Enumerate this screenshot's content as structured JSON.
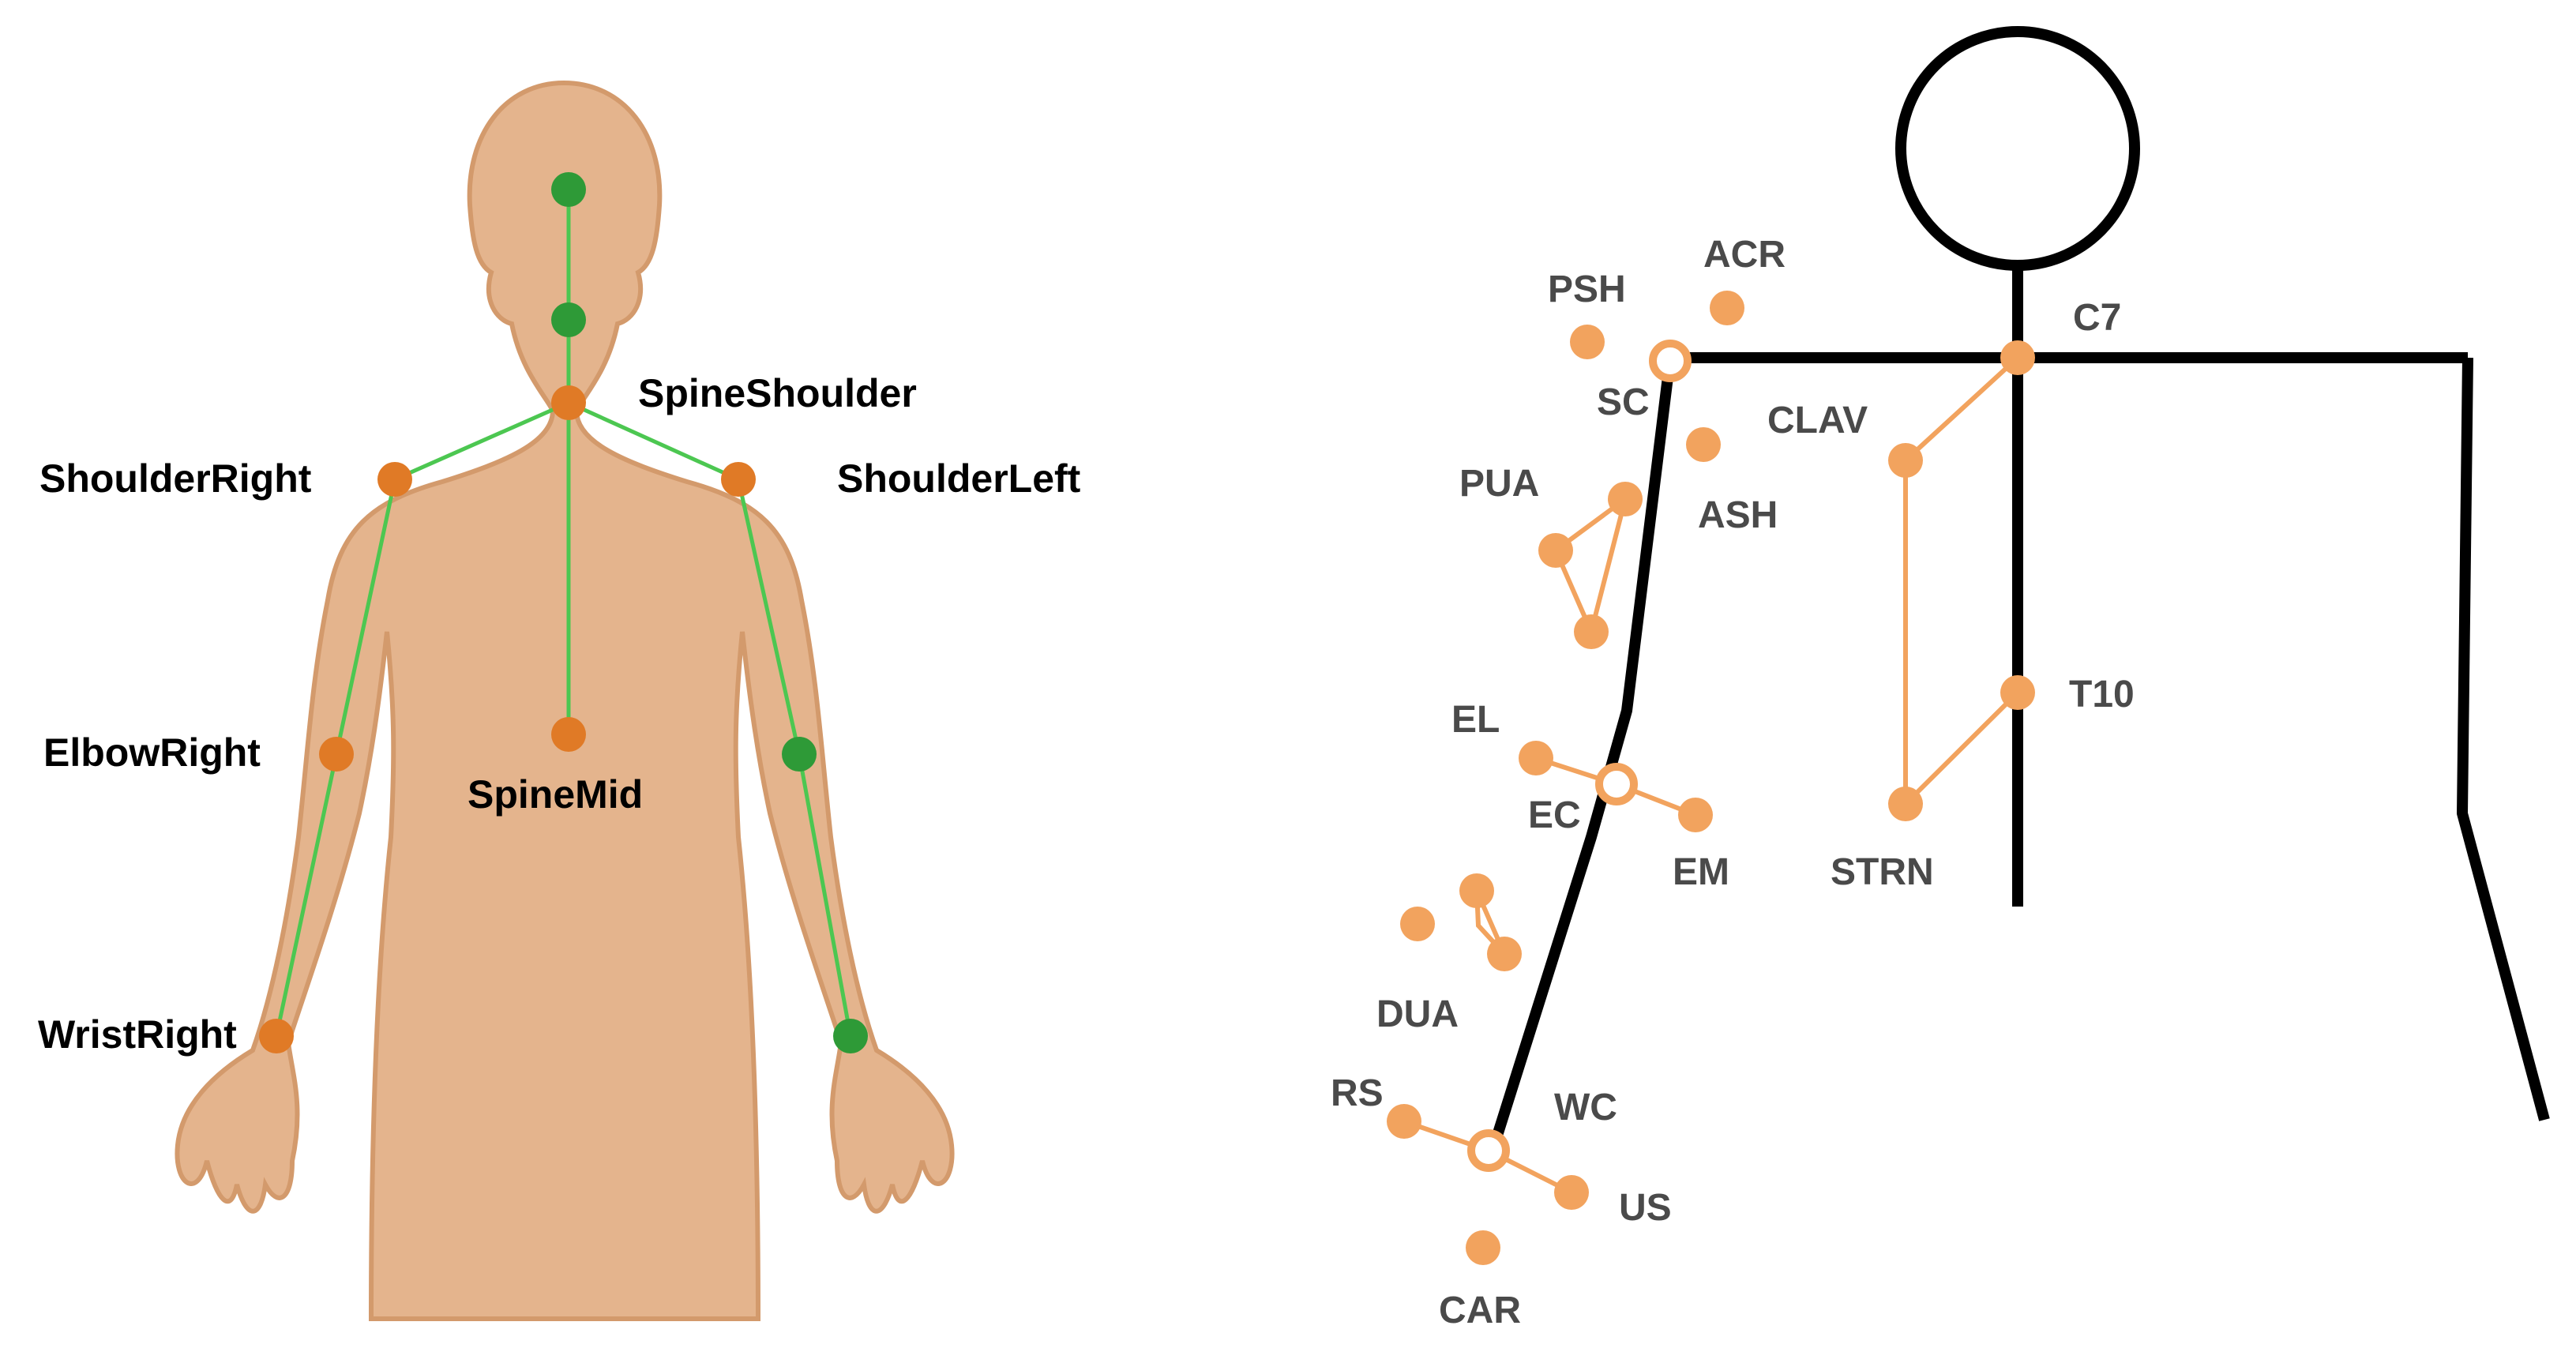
{
  "colors": {
    "skin": "#e4b48d",
    "skin_shade": "#d39a6c",
    "tracked_joint": "#2e9a37",
    "inferred_joint": "#e07a26",
    "skeleton_line": "#4cc751",
    "marker": "#f2a35e",
    "stick_figure": "#000000",
    "right_label": "#4a4a4a"
  },
  "left_panel": {
    "labels": {
      "spine_shoulder": "SpineShoulder",
      "shoulder_right": "ShoulderRight",
      "shoulder_left": "ShoulderLeft",
      "elbow_right": "ElbowRight",
      "spine_mid": "SpineMid",
      "wrist_right": "WristRight"
    }
  },
  "right_panel": {
    "labels": {
      "acr": "ACR",
      "psh": "PSH",
      "c7": "C7",
      "sc": "SC",
      "clav": "CLAV",
      "pua": "PUA",
      "ash": "ASH",
      "t10": "T10",
      "el": "EL",
      "ec": "EC",
      "em": "EM",
      "strn": "STRN",
      "dua": "DUA",
      "rs": "RS",
      "wc": "WC",
      "us": "US",
      "car": "CAR"
    }
  }
}
